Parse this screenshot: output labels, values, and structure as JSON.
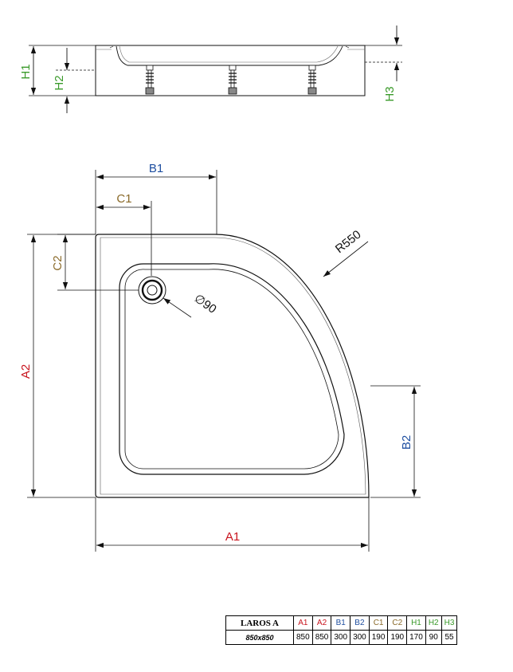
{
  "colors": {
    "A": "#c8141e",
    "B": "#1f4fa0",
    "C": "#8a6a2a",
    "H": "#3a9a2a",
    "line": "#111111"
  },
  "labels": {
    "H1": "H1",
    "H2": "H2",
    "H3": "H3",
    "A1": "A1",
    "A2": "A2",
    "B1": "B1",
    "B2": "B2",
    "C1": "C1",
    "C2": "C2",
    "radius": "R550",
    "drain": "∅90"
  },
  "table": {
    "model": "LAROS A",
    "size": "850x850",
    "headers": [
      "A1",
      "A2",
      "B1",
      "B2",
      "C1",
      "C2",
      "H1",
      "H2",
      "H3"
    ],
    "values": [
      "850",
      "850",
      "300",
      "300",
      "190",
      "190",
      "170",
      "90",
      "55"
    ]
  }
}
